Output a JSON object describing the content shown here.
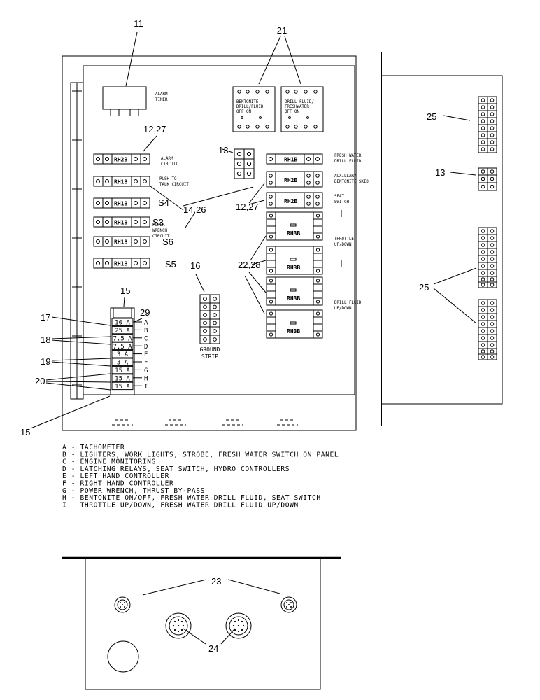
{
  "callouts": {
    "alarm_timer": "11",
    "toggle_switches": "21",
    "relay_rh2b_top": "12,27",
    "relay_rh2b_mid": "12,27",
    "relay_rh1b": "14,26",
    "terminal_small": "13",
    "terminal_right_small": "13",
    "ground_strip_num": "16",
    "fuse_block_top": "15",
    "fuse_block_bottom": "15",
    "rh3b_relays": "22,28",
    "fuse_a": "29",
    "fuse_b": "17",
    "fuse_cd": "18",
    "fuse_ef": "19",
    "fuse_ghi": "20",
    "right_panel_top": "25",
    "right_panel_bottom": "25",
    "small_connectors": "23",
    "large_connectors": "24"
  },
  "labels": {
    "alarm_timer": [
      "ALARM",
      "TIMER"
    ],
    "alarm_circuit": [
      "ALARM",
      "CIRCUIT"
    ],
    "push_to_talk": [
      "PUSH TO",
      "TALK CIRCUIT"
    ],
    "power_wrench": [
      "POWER",
      "WRENCH",
      "CIRCUIT"
    ],
    "fresh_water": [
      "FRESH WATER",
      "DRILL FLUID"
    ],
    "auxiliary": [
      "AUXILLARY",
      "BENTONITE SKID"
    ],
    "seat_switch": [
      "SEAT",
      "SWITCH"
    ],
    "throttle": [
      "THROTTLE",
      "UP/DOWN"
    ],
    "drill_fluid": [
      "DRILL FLUID",
      "UP/DOWN"
    ],
    "bentonite_switch": [
      "BENTONITE",
      "DRILL/FLUID",
      "OFF      ON"
    ],
    "drill_switch": [
      "DRILL FLUID/",
      "FRESHWATER",
      "OFF      ON"
    ],
    "ground_strip": [
      "GROUND",
      "STRIP"
    ],
    "s4": "S4",
    "s3": "S3",
    "s6": "S6",
    "s5": "S5"
  },
  "relays": {
    "rh2b": "RH2B",
    "rh1b": "RH1B",
    "rh3b": "RH3B"
  },
  "fuses": [
    {
      "rating": "10 A",
      "letter": "A"
    },
    {
      "rating": "25 A",
      "letter": "B"
    },
    {
      "rating": "7.5 A",
      "letter": "C"
    },
    {
      "rating": "7.5 A",
      "letter": "D"
    },
    {
      "rating": "3 A",
      "letter": "E"
    },
    {
      "rating": "3 A",
      "letter": "F"
    },
    {
      "rating": "15 A",
      "letter": "G"
    },
    {
      "rating": "15 A",
      "letter": "H"
    },
    {
      "rating": "15 A",
      "letter": "I"
    }
  ],
  "legend": [
    "A - TACHOMETER",
    "B - LIGHTERS, WORK LIGHTS, STROBE, FRESH WATER SWITCH ON PANEL",
    "C - ENGINE MONITORING",
    "D - LATCHING RELAYS, SEAT SWITCH, HYDRO CONTROLLERS",
    "E - LEFT HAND CONTROLLER",
    "F - RIGHT HAND CONTROLLER",
    "G - POWER WRENCH, THRUST BY-PASS",
    "H - BENTONITE ON/OFF, FRESH WATER DRILL FLUID, SEAT SWITCH",
    "I - THROTTLE UP/DOWN, FRESH WATER DRILL FLUID UP/DOWN"
  ]
}
